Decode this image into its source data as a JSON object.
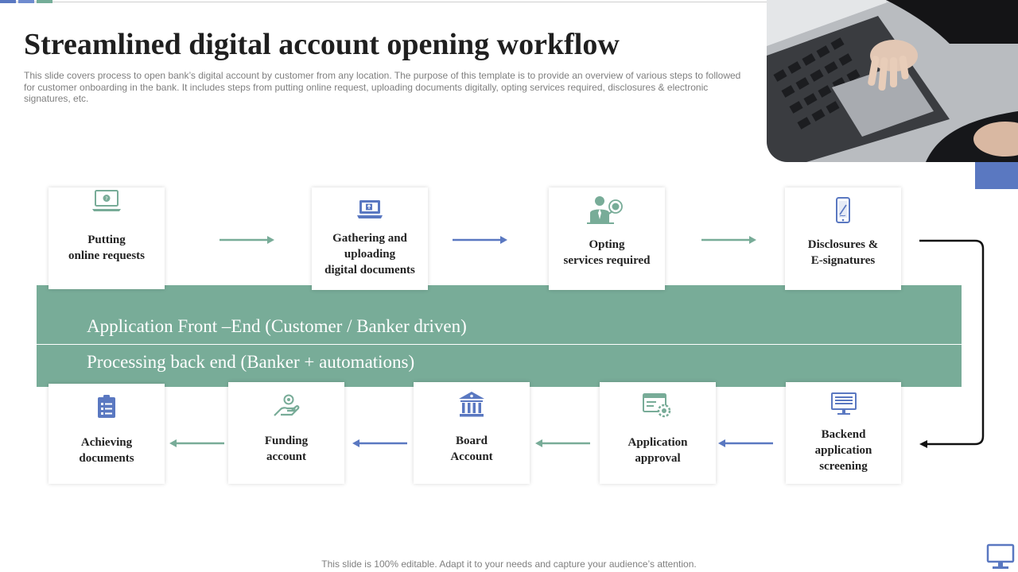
{
  "slide": {
    "title": "Streamlined digital account opening workflow",
    "description": "This slide covers process to open bank’s digital account by customer from any location. The purpose of this template is to provide an overview of various steps to followed for customer onboarding in the bank. It includes steps from putting online request, uploading documents digitally, opting services required, disclosures & electronic signatures, etc.",
    "footer": "This slide is 100% editable. Adapt it to your needs and capture your audience’s attention."
  },
  "bands": {
    "front_end": "Application Front –End (Customer / Banker driven)",
    "back_end": "Processing back end (Banker + automations)"
  },
  "front_steps": [
    {
      "label": "Putting\nonline requests",
      "icon": "laptop-help-icon"
    },
    {
      "label": "Gathering  and\nuploading\ndigital  documents",
      "icon": "laptop-upload-icon"
    },
    {
      "label": "Opting\nservices required",
      "icon": "banker-service-icon"
    },
    {
      "label": "Disclosures &\nE-signatures",
      "icon": "smartphone-signature-icon"
    }
  ],
  "back_steps": [
    {
      "label": "Achieving\ndocuments",
      "icon": "clipboard-documents-icon"
    },
    {
      "label": "Funding\naccount",
      "icon": "hand-coin-icon"
    },
    {
      "label": "Board\nAccount",
      "icon": "bank-building-icon"
    },
    {
      "label": "Application\napproval",
      "icon": "browser-gear-icon"
    },
    {
      "label": "Backend\napplication\nscreening",
      "icon": "monitor-screening-icon"
    }
  ],
  "colors": {
    "green": "#78ac98",
    "blue": "#5a78c1",
    "text": "#222222",
    "muted": "#7f7f7f"
  }
}
